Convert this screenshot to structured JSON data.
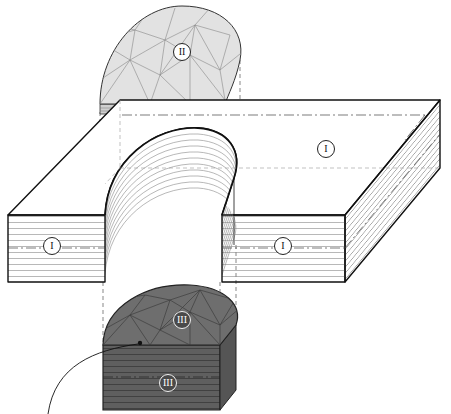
{
  "diagram": {
    "labels": [
      "II",
      "I",
      "I",
      "I",
      "III",
      "III"
    ]
  }
}
